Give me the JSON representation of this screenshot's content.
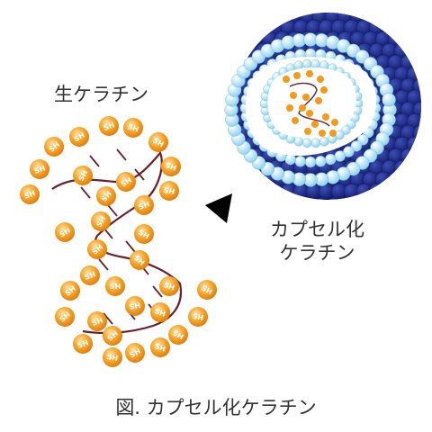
{
  "labels": {
    "raw_keratin": "生ケラチン",
    "capsule_line1": "カプセル化",
    "capsule_line2": "ケラチン",
    "caption": "図. カプセル化ケラチン"
  },
  "group_label": "SH",
  "colors": {
    "chain": "#6b1f2a",
    "group": "#f39a1e",
    "shell_outer": "#1d2a8a",
    "shell_light": "#bfe8f7",
    "text": "#333333"
  }
}
